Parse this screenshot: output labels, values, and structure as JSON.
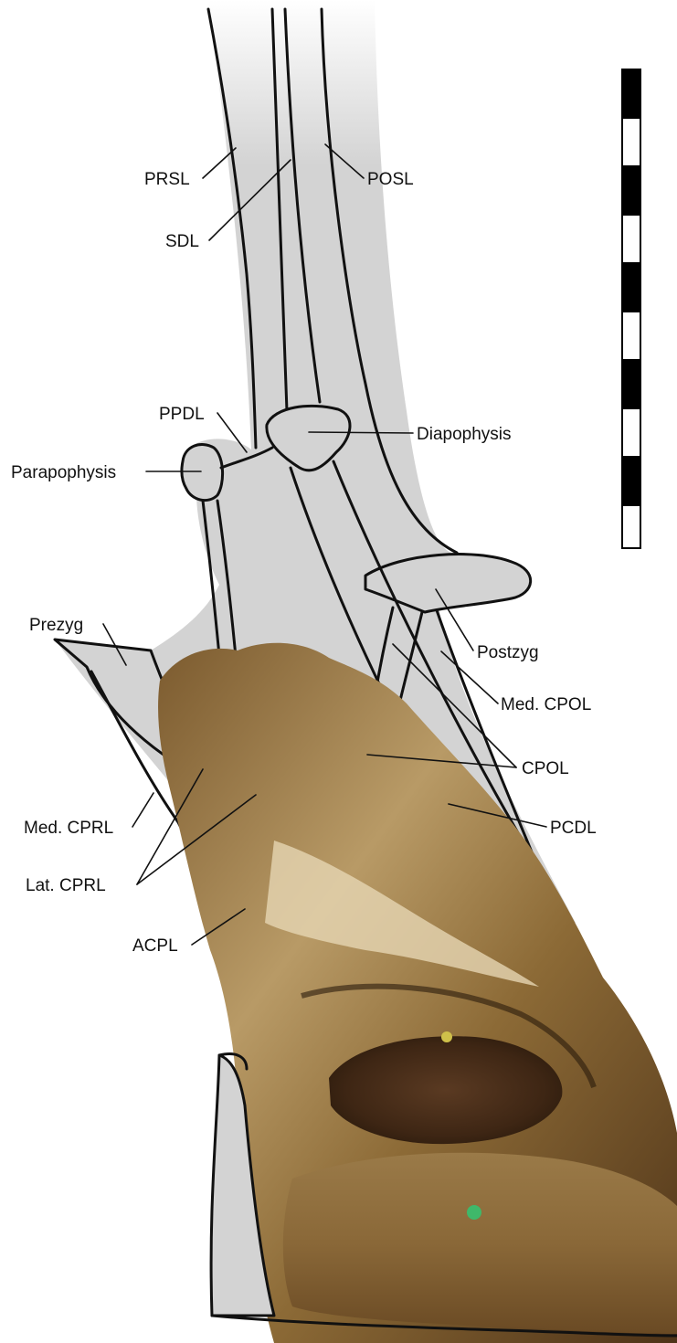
{
  "labels": {
    "prsl": "PRSL",
    "posl": "POSL",
    "sdl": "SDL",
    "ppdl": "PPDL",
    "diapophysis": "Diapophysis",
    "parapophysis": "Parapophysis",
    "prezyg": "Prezyg",
    "postzyg": "Postzyg",
    "med_cpol": "Med. CPOL",
    "cpol": "CPOL",
    "pcdl": "PCDL",
    "med_cprl": "Med. CPRL",
    "lat_cprl": "Lat. CPRL",
    "acpl": "ACPL"
  },
  "colors": {
    "reconstruction_fill": "#d3d3d3",
    "outline": "#111111",
    "bone_dark": "#5a3a1c",
    "bone_mid": "#8a6633",
    "bone_light": "#d7c39a",
    "scale_black": "#000000",
    "scale_white": "#ffffff"
  },
  "scale_bar": {
    "segments": 10
  }
}
